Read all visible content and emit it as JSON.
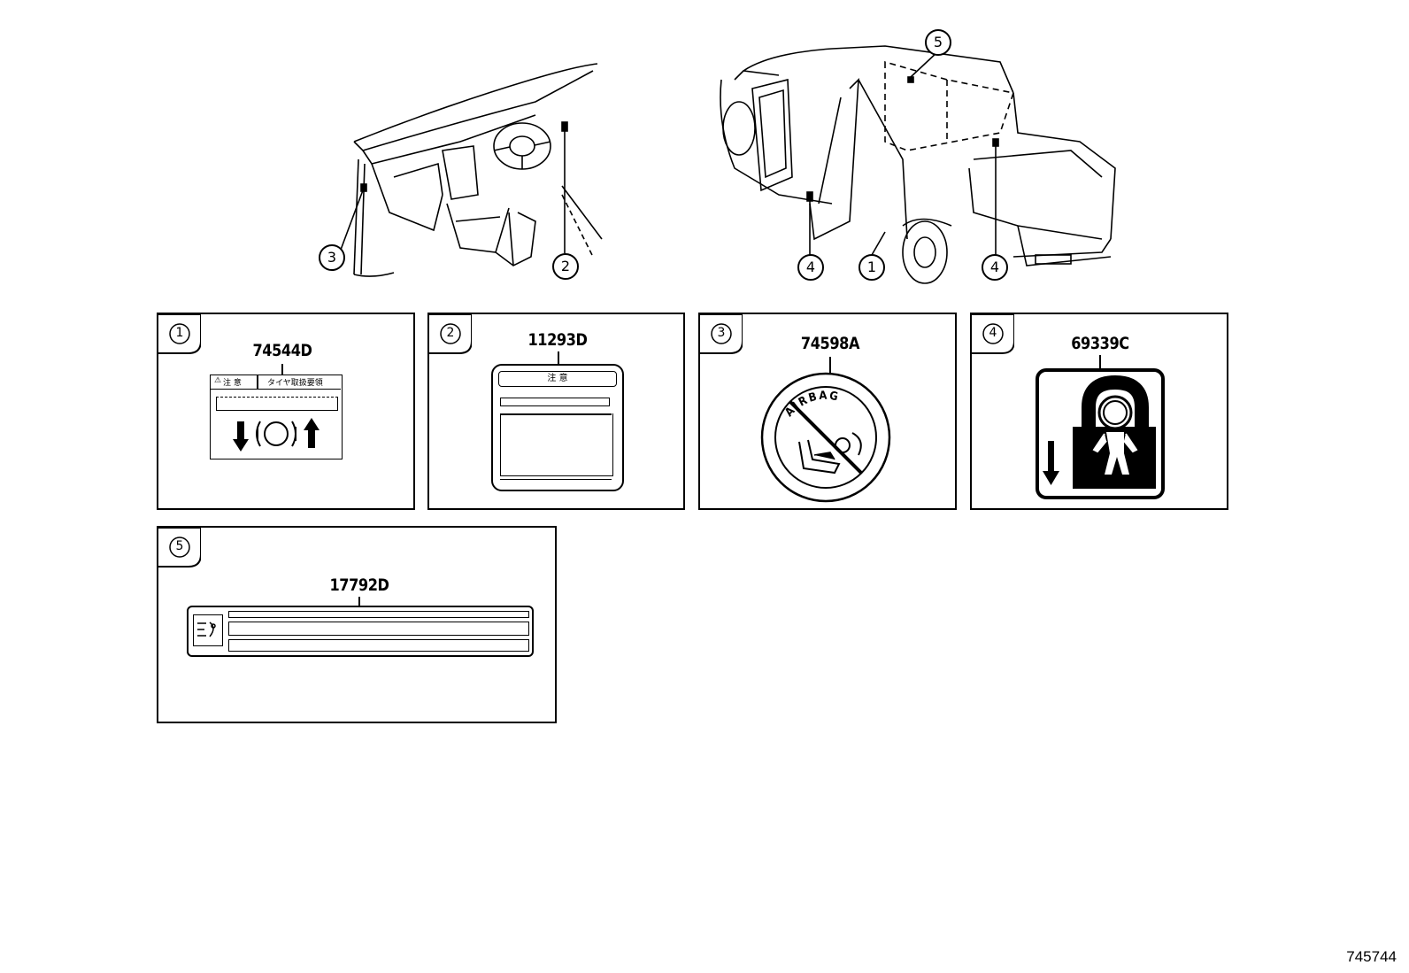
{
  "callouts": {
    "c1": "1",
    "c2": "2",
    "c3": "3",
    "c4": "4",
    "c5": "5"
  },
  "panels": [
    {
      "num": "1",
      "part": "74544D"
    },
    {
      "num": "2",
      "part": "11293D"
    },
    {
      "num": "3",
      "part": "74598A"
    },
    {
      "num": "4",
      "part": "69339C"
    },
    {
      "num": "5",
      "part": "17792D"
    }
  ],
  "labels": {
    "caution_jp": "注 意",
    "tire_title_jp": "タイヤ取扱要領",
    "caution_warn": "注 意",
    "airbag": "AIRBAG"
  },
  "doc_id": "745744"
}
